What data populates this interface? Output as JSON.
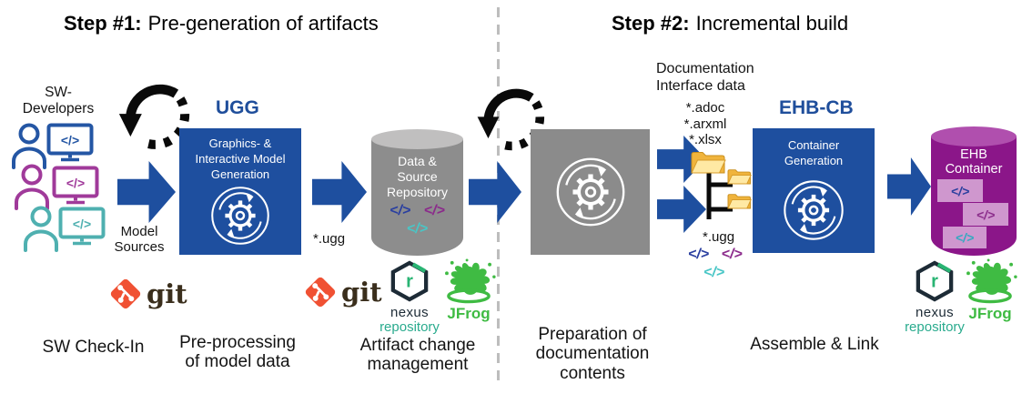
{
  "colors": {
    "accent_blue": "#1e4f9f",
    "box_blue": "#1e4f9f",
    "gray_box": "#8b8b8b",
    "gray_cylinder": "#8d8d8d",
    "purple_cylinder": "#8b1689",
    "dev_blue": "#2456a4",
    "dev_magenta": "#a03a9a",
    "dev_teal": "#4fb0b0",
    "git_orange": "#f05133",
    "jfrog_green": "#3fbb43",
    "nexus_green": "#29b473"
  },
  "code_symbol": "</>",
  "step1": {
    "title_label": "Step #1:",
    "title_text": "Pre-generation of artifacts",
    "developers_line1": "SW-",
    "developers_line2": "Developers",
    "model_sources_line1": "Model",
    "model_sources_line2": "Sources",
    "ugg_title": "UGG",
    "ugg_box_line1": "Graphics- &",
    "ugg_box_line2": "Interactive Model",
    "ugg_box_line3": "Generation",
    "ugg_ext": "*.ugg",
    "repo_line1": "Data &",
    "repo_line2": "Source",
    "repo_line3": "Repository",
    "caption_checkin": "SW Check-In",
    "caption_preprocessing_1": "Pre-processing",
    "caption_preprocessing_2": "of model data",
    "caption_artifact_1": "Artifact change",
    "caption_artifact_2": "management"
  },
  "step2": {
    "title_label": "Step #2:",
    "title_text": "Incremental build",
    "doc_label_1": "Documentation",
    "doc_label_2": "Interface data",
    "ext_adoc": "*.adoc",
    "ext_arxml": "*.arxml",
    "ext_xlsx": "*.xlsx",
    "ugg_ext": "*.ugg",
    "ehb_title": "EHB-CB",
    "ehb_box_line1": "Container",
    "ehb_box_line2": "Generation",
    "container_line1": "EHB",
    "container_line2": "Container",
    "caption_preparation_1": "Preparation of",
    "caption_preparation_2": "documentation",
    "caption_preparation_3": "contents",
    "caption_assemble": "Assemble & Link"
  },
  "logos": {
    "git_text": "git",
    "nexus_r": "r",
    "nexus_name": "nexus",
    "nexus_sub": "repository",
    "jfrog_text": "JFrog"
  }
}
